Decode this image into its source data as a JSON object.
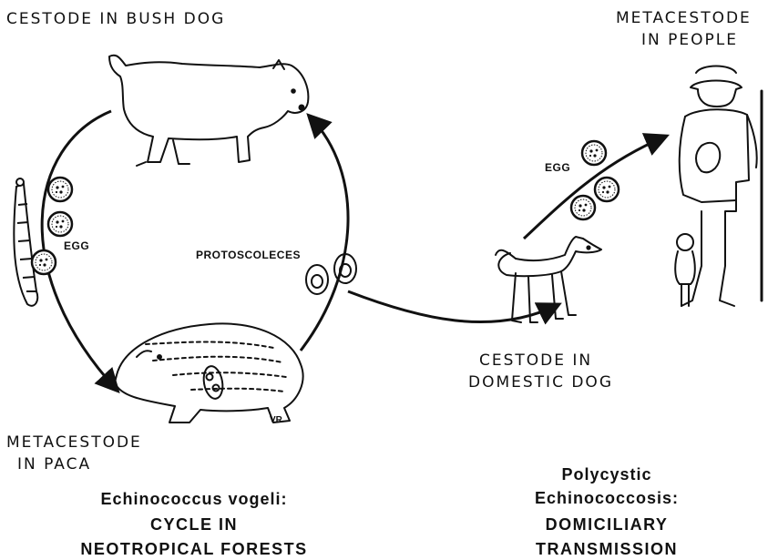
{
  "labels": {
    "cestode_bush_dog": "CESTODE IN BUSH DOG",
    "metacestode_people_1": "METACESTODE",
    "metacestode_people_2": "IN PEOPLE",
    "egg_left": "EGG",
    "egg_right": "EGG",
    "protoscoleces": "PROTOSCOLECES",
    "cestode_domestic_1": "CESTODE IN",
    "cestode_domestic_2": "DOMESTIC DOG",
    "metacestode_paca_1": "METACESTODE",
    "metacestode_paca_2": "IN PACA",
    "signature": "VR"
  },
  "captions": {
    "left_species": "Echinococcus vogeli:",
    "left_line1": "CYCLE IN",
    "left_line2": "NEOTROPICAL FORESTS",
    "right_line1": "Polycystic",
    "right_line2": "Echinococcosis:",
    "right_line3": "DOMICILIARY",
    "right_line4": "TRANSMISSION"
  },
  "colors": {
    "ink": "#111111",
    "background": "#ffffff"
  }
}
